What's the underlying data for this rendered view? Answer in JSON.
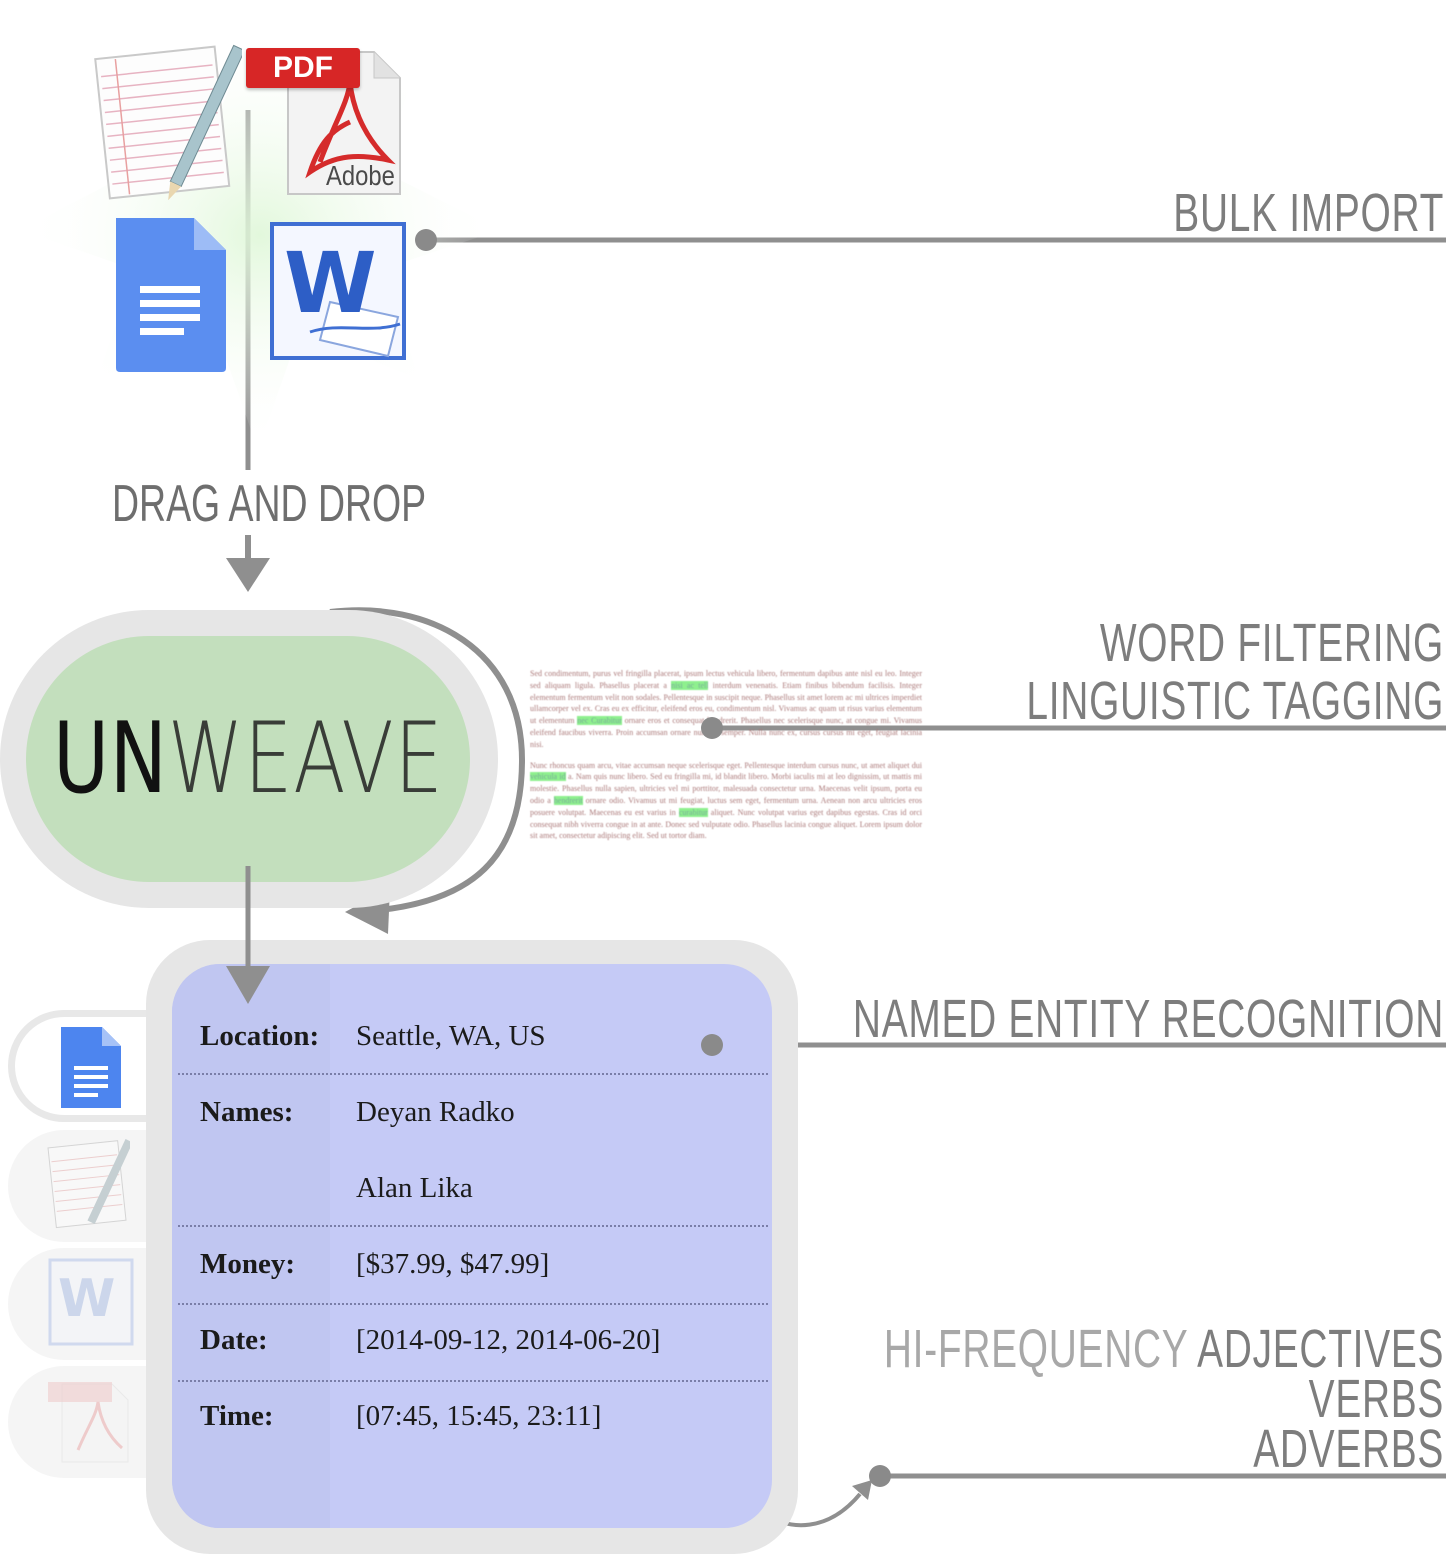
{
  "drag_label": "DRAG AND DROP",
  "brand": {
    "part1": "UN",
    "part2": "WEAVE"
  },
  "features": {
    "bulk_import": "BULK IMPORT",
    "word_filtering": "WORD FILTERING",
    "linguistic_tagging": "LINGUISTIC TAGGING",
    "ner": "NAMED ENTITY RECOGNITION",
    "hi_frequency": "HI-FREQUENCY",
    "adjectives": "ADJECTIVES",
    "verbs": "VERBS",
    "adverbs": "ADVERBS"
  },
  "icons": {
    "pdf_badge": "PDF",
    "adobe": "Adobe",
    "word_letter": "W"
  },
  "entities": [
    {
      "label": "Location:",
      "values": [
        "Seattle, WA, US"
      ]
    },
    {
      "label": "Names:",
      "values": [
        "Deyan Radko",
        "Alan Lika"
      ]
    },
    {
      "label": "Money:",
      "values": [
        "[$37.99, $47.99]"
      ]
    },
    {
      "label": "Date:",
      "values": [
        "[2014-09-12, 2014-06-20]"
      ]
    },
    {
      "label": "Time:",
      "values": [
        "[07:45, 15:45, 23:11]"
      ]
    }
  ],
  "sample_text": {
    "p1a": "Sed condimentum, purus vel fringilla placerat, ipsum lectus vehicula libero, fermentum dapibus ante nisl eu leo. Integer sed aliquam ligula. Phasellus placerat a ",
    "p1h1": "nisi ac tell",
    "p1b": " interdum venenatis. Etiam finibus bibendum facilisis. Integer elementum fermentum velit non sodales. Pellentesque in suscipit neque. Phasellus sit amet lorem ac mi ultrices imperdiet ullamcorper vel ex. Cras eu ex efficitur, eleifend eros eu, condimentum nisl. Vivamus ac quam ut risus varius elementum ut elementum ",
    "p1h2": "nec Curabitur",
    "p1c": " ornare eros et consequat hendrerit. Phasellus nec scelerisque nunc, at congue mi. Vivamus eleifend faucibus viverra. Proin accumsan ornare nunc in semper. Nulla nunc ex, cursus cursus mi eget, feugiat lacinia nisi.",
    "p2a": "Nunc rhoncus quam arcu, vitae accumsan neque scelerisque eget. Pellentesque interdum cursus nunc, ut amet aliquet dui ",
    "p2h1": "vehicula id",
    "p2b": " a. Nam quis nunc libero. Sed eu fringilla mi, id blandit libero. Morbi iaculis mi at leo dignissim, ut mattis mi molestie. Phasellus nulla sapien, ultricies vel mi porttitor, malesuada consectetur urna. Maecenas velit ipsum, porta eu odio a ",
    "p2h2": "hendrerit",
    "p2c": " ornare odio. Vivamus ut mi feugiat, luctus sem eget, fermentum urna. Aenean non arcu ultricies eros posuere volutpat. Maecenas eu est varius in ",
    "p2h3": "curabitur",
    "p2d": " aliquet. Nunc volutpat varius eget dapibus egestas. Cras id orci consequat nibh viverra congue in at ante. Donec sed vulputate odio. Phasellus lacinia congue aliquet. Lorem ipsum dolor sit amet, consectetur adipiscing elit. Sed ut tortor diam."
  },
  "colors": {
    "connector": "#8f8f8f",
    "pill": "#c3dfbd",
    "card": "#c5caf6",
    "highlight": "#8ef08e"
  }
}
